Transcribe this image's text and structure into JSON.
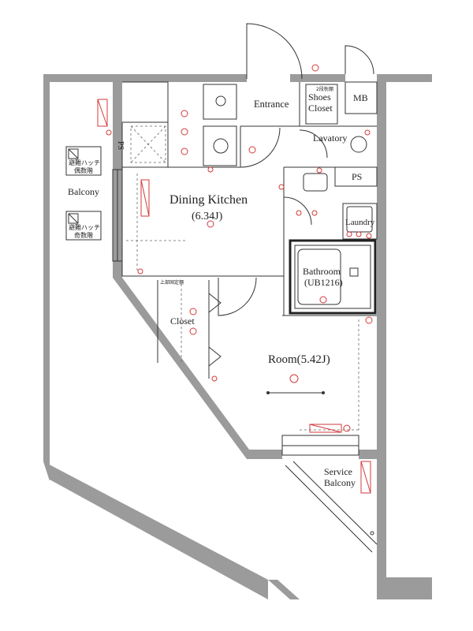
{
  "rooms": {
    "entrance": "Entrance",
    "shoes_closet_1": "Shoes",
    "shoes_closet_2": "Closet",
    "mb": "MB",
    "lavatory": "Lavatory",
    "ps_right": "PS",
    "ps_left": "PS",
    "dining_kitchen": "Dining Kitchen",
    "dining_kitchen_size": "(6.34J)",
    "laundry": "Laundry",
    "bathroom": "Bathroom",
    "bathroom_size": "(UB1216)",
    "closet": "Closet",
    "room": "Room(5.42J)",
    "balcony": "Balcony",
    "service_balcony_1": "Service",
    "service_balcony_2": "Balcony"
  },
  "hatches": [
    {
      "line1": "避難ハッチ",
      "line2": "偶数階"
    },
    {
      "line1": "避難ハッチ",
      "line2": "奇数階"
    }
  ],
  "small_labels": {
    "top_closet": "2段枕棚",
    "closet_shelf": "上部固定棚"
  },
  "colors": {
    "wall": "#9b9b9b",
    "line": "#333333",
    "electrical": "#d43a3a"
  }
}
